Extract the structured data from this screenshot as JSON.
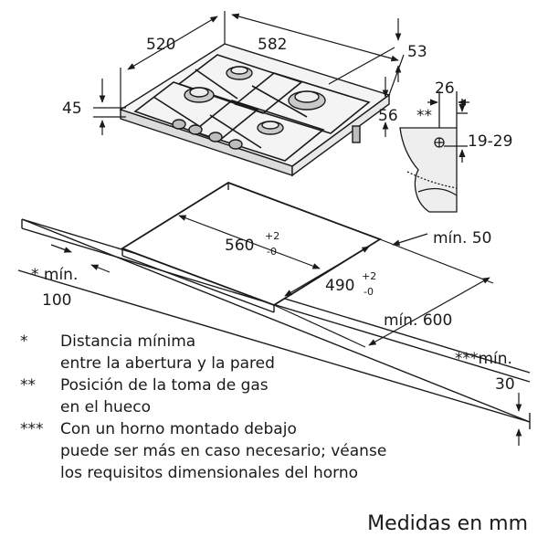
{
  "dimensions": {
    "depth": "520",
    "width": "582",
    "side_depth_right": "53",
    "height": "45",
    "front_overhang": "56",
    "gas_offset_horizontal": "26",
    "gas_marker": "**",
    "gas_offset_vertical": "19-29",
    "cutout_width": "560",
    "cutout_width_plus": "+2",
    "cutout_width_minus": "-0",
    "cutout_depth": "490",
    "cutout_depth_plus": "+2",
    "cutout_depth_minus": "-0",
    "min_50": "mín. 50",
    "min_wall_label": "* mín.",
    "min_wall_value": "100",
    "min_600": "mín. 600",
    "min_oven_label": "***mín.",
    "min_oven_value": "30"
  },
  "legend": [
    {
      "mark": "*",
      "lines": [
        "Distancia mínima",
        "entre la abertura y la pared"
      ]
    },
    {
      "mark": "**",
      "lines": [
        "Posición de la toma de gas",
        "en el hueco"
      ]
    },
    {
      "mark": "***",
      "lines": [
        "Con un horno montado debajo",
        "puede ser más en caso necesario; véanse",
        "los requisitos dimensionales del horno"
      ]
    }
  ],
  "footer": "Medidas en mm"
}
